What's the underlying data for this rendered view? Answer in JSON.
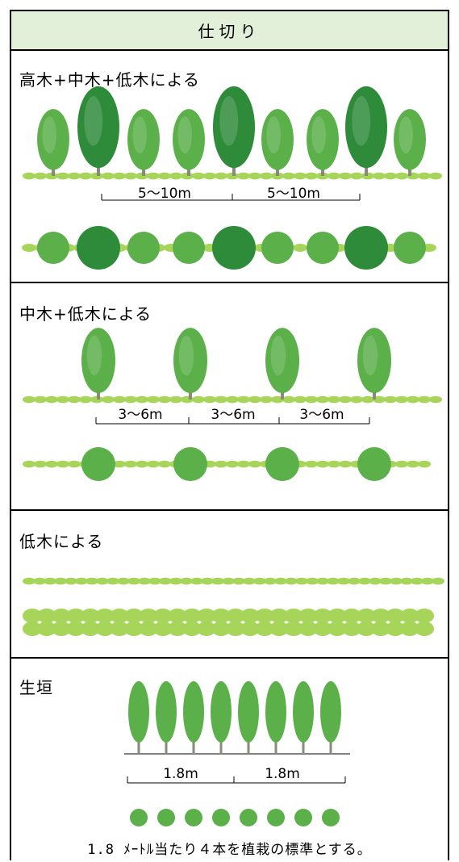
{
  "header": {
    "title": "仕切り"
  },
  "sections": [
    {
      "title": "高木+中木+低木による",
      "dims": [
        "5〜10m",
        "5〜10m"
      ]
    },
    {
      "title": "中木+低木による",
      "dims": [
        "3〜6m",
        "3〜6m",
        "3〜6m"
      ]
    },
    {
      "title": "低木による"
    },
    {
      "title": "生垣",
      "dims": [
        "1.8m",
        "1.8m"
      ],
      "note": "1.8 ﾒｰﾄﾙ当たり４本を植栽の標準とする。"
    }
  ],
  "colors": {
    "header_bg": "#e2f0d9",
    "tall_tree": "#2e8b3a",
    "mid_tree": "#5cb04a",
    "shrub": "#a7d55a",
    "border": "#000000"
  },
  "icons": [
    "tall-tree-icon",
    "mid-tree-icon",
    "shrub-icon",
    "columnar-tree-icon"
  ]
}
